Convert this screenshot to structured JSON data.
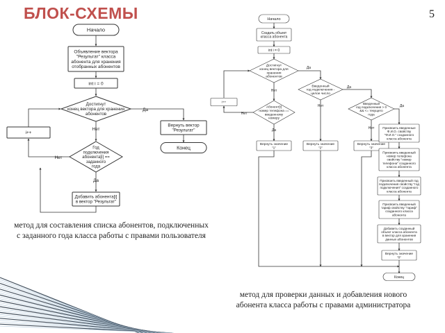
{
  "slide": {
    "title": "БЛОК-СХЕМЫ",
    "page_number": "5",
    "caption_left": "метод для составления списка абонентов, подключенных с заданного года класса работы с правами пользователя",
    "caption_right": "метод для проверки данных и добавления нового абонента класса работы с правами администратора"
  },
  "colors": {
    "title": "#c0504d",
    "node_fill": "#ffffff",
    "node_stroke": "#333333",
    "edge": "#333333",
    "ribbon_dark": "#2b3a4a",
    "ribbon_light": "#bcd0e0"
  },
  "diagram_left": {
    "nodes": [
      {
        "name": "start",
        "lines": [
          "Начало"
        ]
      },
      {
        "name": "declare-vector",
        "lines": [
          "Объявление вектора",
          "\"Результат\" класса",
          "абонента для хранения",
          "отобранных абонентов"
        ]
      },
      {
        "name": "init-i",
        "lines": [
          "int i = 0"
        ]
      },
      {
        "name": "check-end",
        "lines": [
          "Достигнут",
          "конец вектора для хранения",
          "абонентов"
        ]
      },
      {
        "name": "return-result",
        "lines": [
          "Вернуть вектор",
          "\"Результат\""
        ]
      },
      {
        "name": "end",
        "lines": [
          "Конец"
        ]
      },
      {
        "name": "increment",
        "lines": [
          "i++"
        ]
      },
      {
        "name": "check-year",
        "lines": [
          "Год",
          "подключения",
          "абонента[i] ==",
          "заданного",
          "года"
        ]
      },
      {
        "name": "add-abonent",
        "lines": [
          "Добавить абонента[i]",
          "в вектор \"Результат\""
        ]
      }
    ],
    "edge_labels": {
      "yes": "Да",
      "no": "Нет"
    }
  },
  "diagram_right": {
    "nodes": [
      {
        "name": "start",
        "lines": [
          "Начало"
        ]
      },
      {
        "name": "create-object",
        "lines": [
          "Создать объект",
          "класса абонента"
        ]
      },
      {
        "name": "init-i",
        "lines": [
          "int i = 0"
        ]
      },
      {
        "name": "check-end",
        "lines": [
          "Достигнут",
          "конец вектора для",
          "хранения",
          "абонентов"
        ]
      },
      {
        "name": "check-integer",
        "lines": [
          "Введенный",
          "год подключения -",
          "целое число"
        ]
      },
      {
        "name": "increment",
        "lines": [
          "i++"
        ]
      },
      {
        "name": "check-phone",
        "lines": [
          "Абонент[i]",
          "номер телефона ==",
          "введенному",
          "номеру"
        ]
      },
      {
        "name": "check-year-range",
        "lines": [
          "Введенный",
          "год подключения > 0",
          "&& <= текущего",
          "года"
        ]
      },
      {
        "name": "return-1",
        "lines": [
          "Вернуть значение",
          "\"1\""
        ]
      },
      {
        "name": "return-2",
        "lines": [
          "Вернуть значение",
          "\"2\""
        ]
      },
      {
        "name": "return-3",
        "lines": [
          "Вернуть значение",
          "\"3\""
        ]
      },
      {
        "name": "assign-fio",
        "lines": [
          "Присвоить введенные",
          "Ф.И.О. свойству",
          "\"Ф.И.О.\" созданного",
          "класса абонента"
        ]
      },
      {
        "name": "assign-phone",
        "lines": [
          "Присвоить введенный",
          "номер телефона",
          "свойству \"номер",
          "телефона\" созданного",
          "класса абонента"
        ]
      },
      {
        "name": "assign-year",
        "lines": [
          "Присвоить введенный год",
          "подключения свойству \"год",
          "подключения\" созданного",
          "класса абонента"
        ]
      },
      {
        "name": "assign-tariff",
        "lines": [
          "Присвоить введенный",
          "тариф свойству \"тариф\"",
          "созданного класса",
          "абонента"
        ]
      },
      {
        "name": "add-object",
        "lines": [
          "Добавить созданный",
          "объект класса абонента",
          "в вектор для хранения",
          "данных абонентов"
        ]
      },
      {
        "name": "return-0",
        "lines": [
          "Вернуть значение",
          "\"0\""
        ]
      },
      {
        "name": "end",
        "lines": [
          "Конец"
        ]
      }
    ],
    "edge_labels": {
      "yes": "Да",
      "no": "Нет"
    }
  }
}
